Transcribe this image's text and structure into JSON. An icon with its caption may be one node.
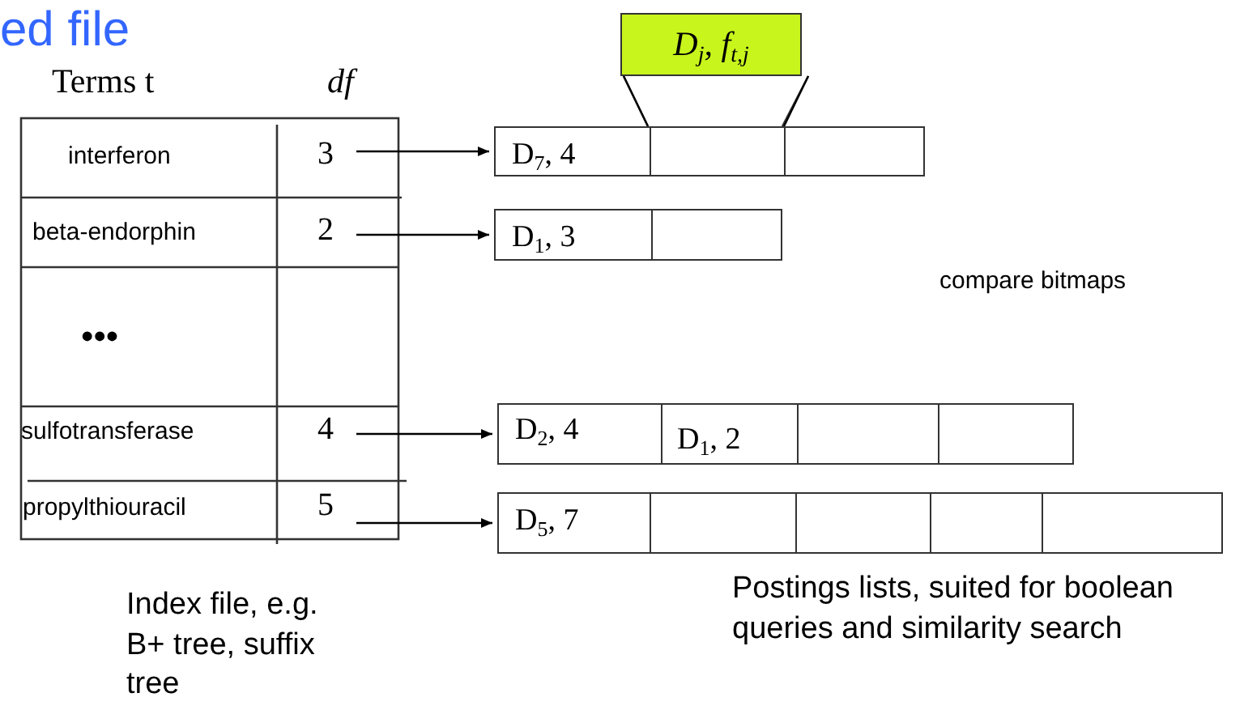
{
  "diagram": {
    "title": "ed file",
    "nodes": [
      {
        "text": [
          "3"
        ]
      },
      {
        "text": [
          "2"
        ]
      },
      {
        "text": [
          "4"
        ]
      },
      {
        "text": [
          "5"
        ]
      },
      {
        "text": [
          "D$_{7}$, 4"
        ]
      },
      {
        "text": [
          "D$_{1}$, 3"
        ]
      },
      {
        "text": [
          "D$_{2}$, 4",
          "D$_{1}$, 2"
        ]
      },
      {
        "text": [
          "D$_{5}$, 7"
        ]
      },
      {
        "text": [
          "D$_{j}$, f$_{t,j}$"
        ]
      },
      {
        "text": [],
        "shape": "box",
        "in": 4
      }
    ],
    "edges": [
      {
        "from": 0,
        "to": 4,
        "arrow": "to"
      },
      {
        "from": 1,
        "to": 5,
        "arrow": "to"
      },
      {
        "from": 2,
        "to": 6,
        "arrow": "to"
      },
      {
        "from": 3,
        "to": 7,
        "arrow": "to"
      },
      {
        "from": 8,
        "to": 9,
        "arrow": "none"
      },
      {
        "from": 8,
        "to": 9,
        "arrow": "none"
      }
    ],
    "labels": [
      "Terms t",
      "df",
      "interferon",
      "beta-endorphin",
      "•••",
      "sulfotransferase",
      "propylthiouracil",
      "compare bitmaps",
      "Index file, e.g. B+ tree, suffix tree",
      "Postings lists, suited for boolean queries and similarity search"
    ]
  }
}
